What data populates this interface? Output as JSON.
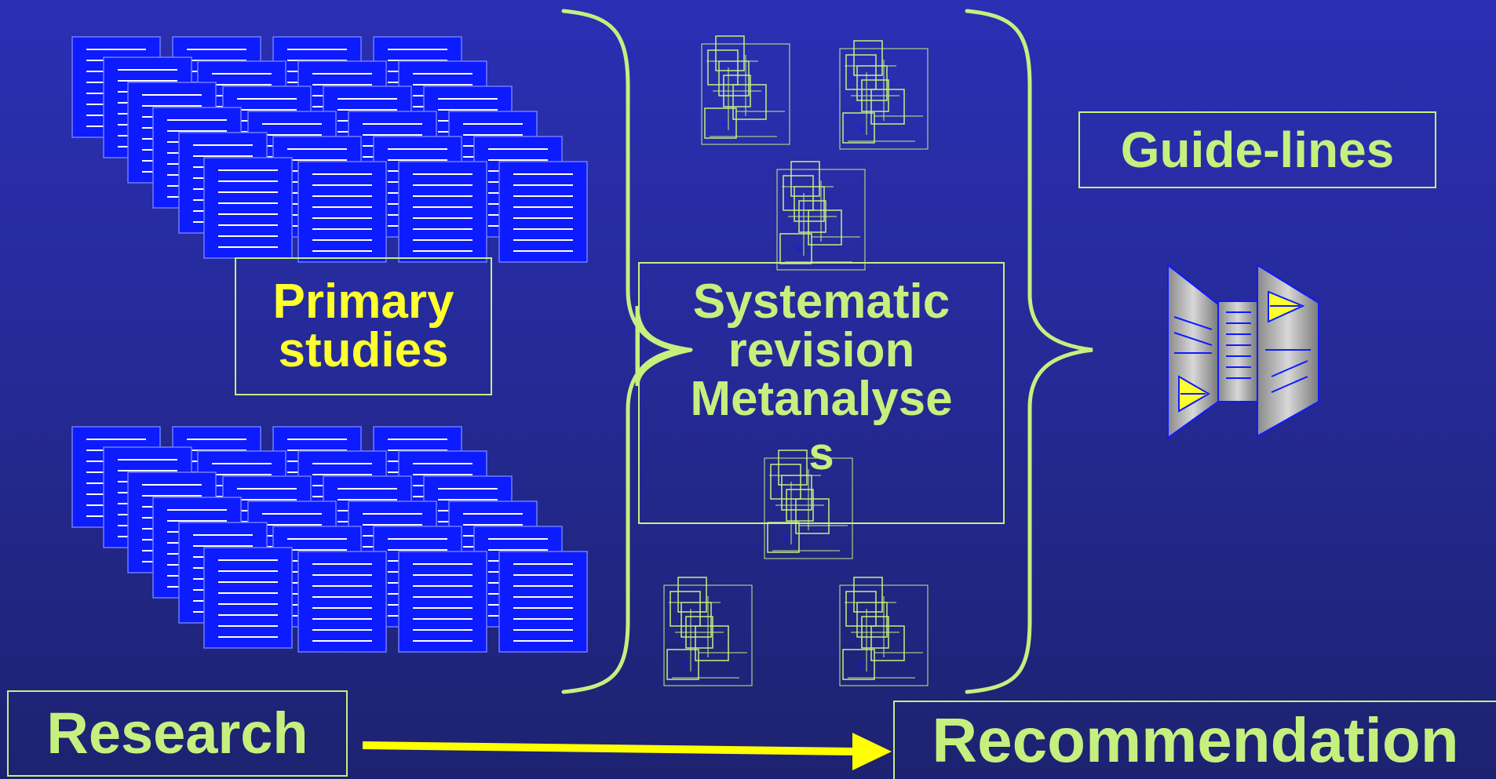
{
  "labels": {
    "primary_line1": "Primary",
    "primary_line2": "studies",
    "systematic_line1": "Systematic",
    "systematic_line2": "revision",
    "systematic_line3": "Metanalyse",
    "systematic_line4": "s",
    "guidelines": "Guide-lines",
    "research": "Research",
    "recommendation": "Recommendation"
  },
  "colors": {
    "background_top": "#2a2fb4",
    "background_bottom": "#1d2270",
    "lime_text": "#c5f07e",
    "yellow_text": "#ffff2e",
    "document_fill": "#0d1bff",
    "arrow": "#ffff00"
  },
  "icons": {
    "document_stack": "document-stack-icon",
    "review_cluster": "review-cluster-icon",
    "guideline_booklet": "open-booklet-icon",
    "brace": "curly-brace",
    "arrow": "right-arrow"
  }
}
